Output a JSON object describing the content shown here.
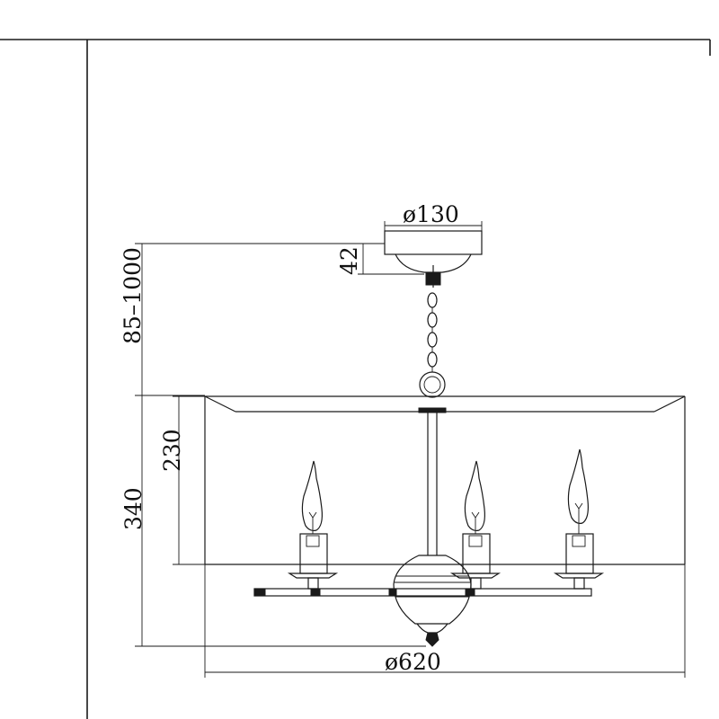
{
  "dimensions": {
    "canopy_diameter": "ø130",
    "canopy_height": "42",
    "drop_range": "85–1000",
    "shade_height": "230",
    "body_height": "340",
    "shade_diameter": "ø620"
  }
}
